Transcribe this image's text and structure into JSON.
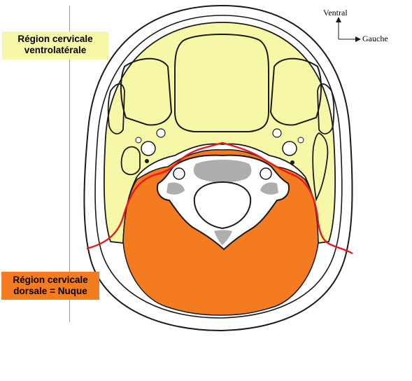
{
  "labels": {
    "region_ventrolateral": [
      "Région cervicale",
      "ventrolatérale"
    ],
    "region_dorsale": [
      "Région cervicale",
      "dorsale = Nuque"
    ]
  },
  "orientation": {
    "up": "Ventral",
    "right": "Gauche"
  },
  "colors": {
    "ventrolateral_fill": "#f6f8a8",
    "dorsale_fill": "#f47b20",
    "boundary_line": "#e8191e",
    "outline": "#1a1a1a"
  }
}
